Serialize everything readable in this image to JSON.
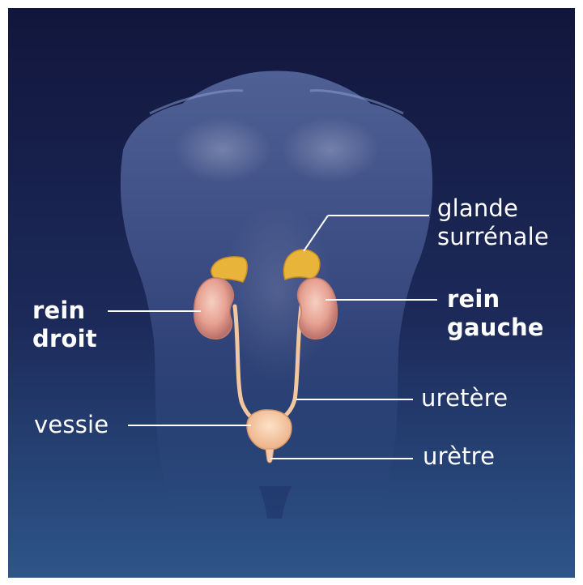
{
  "labels": {
    "glande_surrenale": {
      "line1": "glande",
      "line2": "surrénale"
    },
    "rein_droit": {
      "line1": "rein",
      "line2": "droit"
    },
    "rein_gauche": {
      "line1": "rein",
      "line2": "gauche"
    },
    "uretere": "uretère",
    "vessie": "vessie",
    "uretre": "urètre"
  },
  "colors": {
    "background_top": "#12163c",
    "background_bottom": "#2e5589",
    "body_fill": "#3c4f86",
    "kidney": "#e9a89a",
    "adrenal": "#e8b43a",
    "ureter": "#f2c7a0",
    "bladder": "#f6c8a6",
    "leader_line": "#ffffff"
  }
}
